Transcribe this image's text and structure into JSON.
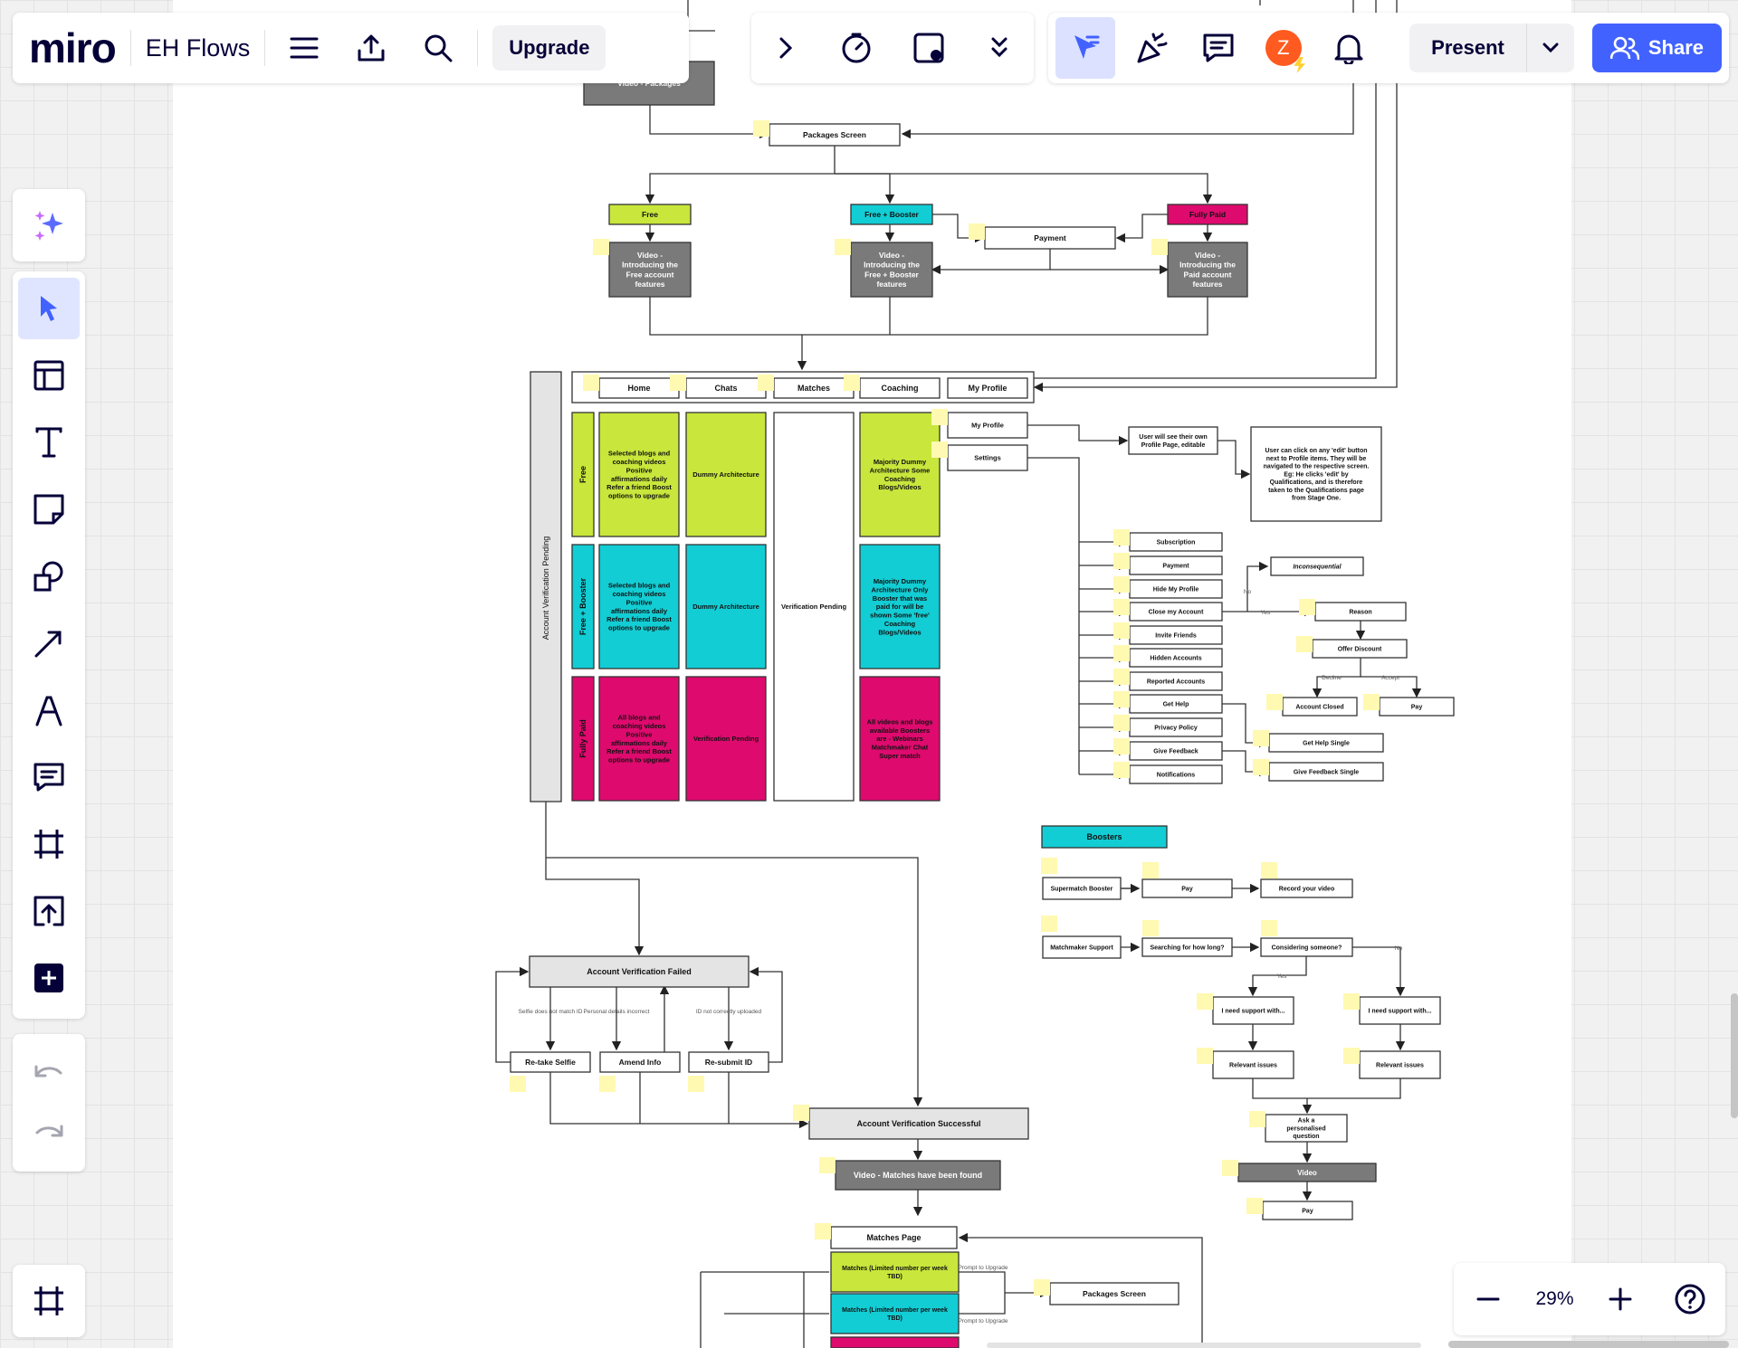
{
  "app": {
    "logo": "miro",
    "board_name": "EH Flows",
    "upgrade_label": "Upgrade",
    "present_label": "Present",
    "share_label": "Share",
    "avatar_initial": "Z",
    "zoom_level": "29%"
  },
  "colors": {
    "lime": "#c8e63c",
    "cyan": "#12cdd4",
    "magenta": "#de0a6e",
    "gray": "#7a7a7a",
    "lightgray": "#e4e4e4",
    "sticky": "#fff9b1",
    "accent": "#4262ff"
  },
  "diagram": {
    "top_video": "Video - Packages",
    "packages_screen": "Packages Screen",
    "free": "Free",
    "free_booster": "Free + Booster",
    "fully_paid": "Fully Paid",
    "payment": "Payment",
    "video_free": "Video - Introducing the Free account features",
    "video_free_booster": "Video - Introducing the Free + Booster features",
    "video_paid": "Video - Introducing the Paid account features",
    "tabs": [
      "Home",
      "Chats",
      "Matches",
      "Coaching",
      "My Profile"
    ],
    "pending_label": "Account Verification Pending",
    "row_free": "Free",
    "row_booster": "Free + Booster",
    "row_paid": "Fully Paid",
    "home_free": "Selected blogs and coaching videos Positive affirmations daily Refer a friend Boost options to upgrade",
    "home_booster": "Selected blogs and coaching videos Positive affirmations daily Refer a friend Boost options to upgrade",
    "home_paid": "All blogs and coaching videos Positive affirmations daily Refer a friend Boost options to upgrade",
    "chats_free": "Dummy Architecture",
    "chats_booster": "Dummy Architecture",
    "chats_paid": "Verification Pending",
    "matches_all": "Verification Pending",
    "coaching_free": "Majority Dummy Architecture Some Coaching Blogs/Videos",
    "coaching_booster": "Majority Dummy Architecture Only Booster that was paid for will be shown Some 'free' Coaching Blogs/Videos",
    "coaching_paid": "All videos and blogs available Boosters are - Webinars Matchmaker Chat Super match",
    "profile_my": "My Profile",
    "profile_settings": "Settings",
    "profile_note": "User will see their own Profile Page, editable",
    "edit_note": "User can click on any 'edit' button next to Profile items. They will be navigated to the respective screen. Eg: He clicks 'edit' by Qualifications, and is therefore taken to the Qualifications page from Stage One.",
    "settings": [
      "Subscription",
      "Payment",
      "Hide My Profile",
      "Close my Account",
      "Invite Friends",
      "Hidden Accounts",
      "Reported Accounts",
      "Get Help",
      "Privacy Policy",
      "Give Feedback",
      "Notifications"
    ],
    "inconsequential": "Inconsequential",
    "reason": "Reason",
    "offer_discount": "Offer Discount",
    "account_closed": "Account Closed",
    "pay": "Pay",
    "get_help_single": "Get Help Single",
    "give_feedback_single": "Give Feedback Single",
    "lbl_no": "No",
    "lbl_yes": "Yes",
    "lbl_decline": "Decline",
    "lbl_accept": "Accept",
    "boosters": "Boosters",
    "supermatch_booster": "Supermatch Booster",
    "record_video": "Record your video",
    "matchmaker_support": "Matchmaker Support",
    "searching": "Searching for how long?",
    "considering": "Considering someone?",
    "need_support": "I need support with...",
    "relevant_issues": "Relevant issues",
    "ask_question": "Ask a personalised question",
    "video": "Video",
    "verification_failed": "Account Verification Failed",
    "fail_selfie": "Selfie does not match ID",
    "fail_personal": "Personal details incorrect",
    "fail_id": "ID not correctly uploaded",
    "retake_selfie": "Re-take Selfie",
    "amend_info": "Amend Info",
    "resubmit_id": "Re-submit ID",
    "verification_success": "Account Verification Successful",
    "video_matches": "Video - Matches have been found",
    "matches_page": "Matches Page",
    "matches_limited": "Matches (Limited number per week TBD)",
    "prompt_upgrade": "Prompt to Upgrade"
  }
}
